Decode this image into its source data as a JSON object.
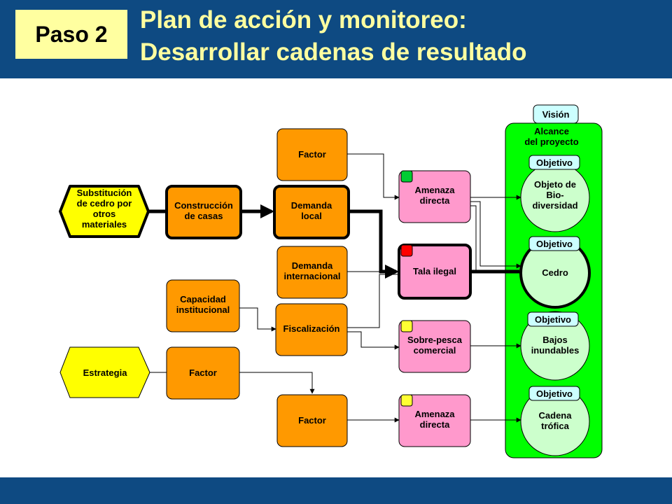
{
  "header": {
    "step": "Paso 2",
    "title_line1": "Plan de acción y monitoreo:",
    "title_line2": "Desarrollar cadenas de resultado"
  },
  "colors": {
    "header_bg": "#0e4a82",
    "title_text": "#ffffa0",
    "factor": "#ff9900",
    "threat": "#ff99cc",
    "strategy": "#ffff00",
    "scope": "#00ff00",
    "target": "#ccffcc",
    "label_bg": "#ccffff",
    "status_green": "#00cc33",
    "status_red": "#ff0000",
    "status_yellow": "#ffff33"
  },
  "diagram": {
    "vision": "Visión",
    "scope_label": [
      "Alcance",
      "del proyecto"
    ],
    "strategy_top": [
      "Substitución",
      "de cedro por",
      "otros",
      "materiales"
    ],
    "strategy_bottom": [
      "Estrategia"
    ],
    "factor_construccion": [
      "Construcción",
      "de casas"
    ],
    "factor_capacidad": [
      "Capacidad",
      "institucional"
    ],
    "factor_mid": [
      "Factor"
    ],
    "factor_top": [
      "Factor"
    ],
    "factor_demanda_local": [
      "Demanda",
      "local"
    ],
    "factor_demanda_int": [
      "Demanda",
      "internacional"
    ],
    "factor_fiscalizacion": [
      "Fiscalización"
    ],
    "factor_bottom": [
      "Factor"
    ],
    "threat_1": [
      "Amenaza",
      "directa"
    ],
    "threat_tala": [
      "Tala ilegal"
    ],
    "threat_sobrepesca": [
      "Sobre-pesca",
      "comercial"
    ],
    "threat_4": [
      "Amenaza",
      "directa"
    ],
    "objective_label": "Objetivo",
    "target_1": [
      "Objeto de",
      "Bio-",
      "diversidad"
    ],
    "target_cedro": [
      "Cedro"
    ],
    "target_bajos": [
      "Bajos",
      "inundables"
    ],
    "target_cadena": [
      "Cadena",
      "trófica"
    ]
  }
}
